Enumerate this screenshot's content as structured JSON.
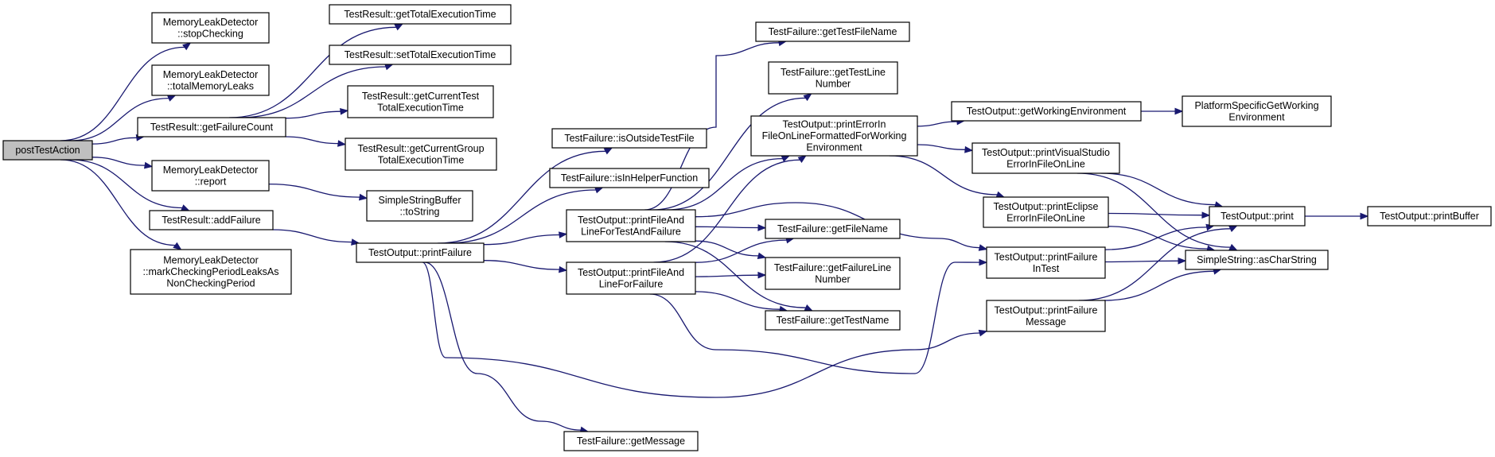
{
  "diagram": {
    "type": "call-graph",
    "colors": {
      "edge": "#191970",
      "root_fill": "#bfbfbf",
      "node_fill": "#ffffff",
      "node_border": "#000000"
    },
    "nodes": [
      {
        "id": "postTestAction",
        "lines": [
          "postTestAction"
        ]
      },
      {
        "id": "mld_stopChecking",
        "lines": [
          "MemoryLeakDetector",
          "::stopChecking"
        ]
      },
      {
        "id": "mld_totalMemoryLeaks",
        "lines": [
          "MemoryLeakDetector",
          "::totalMemoryLeaks"
        ]
      },
      {
        "id": "tr_getFailureCount",
        "lines": [
          "TestResult::getFailureCount"
        ]
      },
      {
        "id": "mld_report",
        "lines": [
          "MemoryLeakDetector",
          "::report"
        ]
      },
      {
        "id": "tr_addFailure",
        "lines": [
          "TestResult::addFailure"
        ]
      },
      {
        "id": "mld_markChecking",
        "lines": [
          "MemoryLeakDetector",
          "::markCheckingPeriodLeaksAs",
          "NonCheckingPeriod"
        ]
      },
      {
        "id": "tr_getTotalExecutionTime",
        "lines": [
          "TestResult::getTotalExecutionTime"
        ]
      },
      {
        "id": "tr_setTotalExecutionTime",
        "lines": [
          "TestResult::setTotalExecutionTime"
        ]
      },
      {
        "id": "tr_getCurrentTestTotal",
        "lines": [
          "TestResult::getCurrentTest",
          "TotalExecutionTime"
        ]
      },
      {
        "id": "tr_getCurrentGroupTotal",
        "lines": [
          "TestResult::getCurrentGroup",
          "TotalExecutionTime"
        ]
      },
      {
        "id": "ssb_toString",
        "lines": [
          "SimpleStringBuffer",
          "::toString"
        ]
      },
      {
        "id": "to_printFailure",
        "lines": [
          "TestOutput::printFailure"
        ]
      },
      {
        "id": "tf_isOutsideTestFile",
        "lines": [
          "TestFailure::isOutsideTestFile"
        ]
      },
      {
        "id": "tf_isInHelperFunction",
        "lines": [
          "TestFailure::isInHelperFunction"
        ]
      },
      {
        "id": "to_printFileAndLineForTestAndFailure",
        "lines": [
          "TestOutput::printFileAnd",
          "LineForTestAndFailure"
        ]
      },
      {
        "id": "to_printFileAndLineForFailure",
        "lines": [
          "TestOutput::printFileAnd",
          "LineForFailure"
        ]
      },
      {
        "id": "tf_getMessage",
        "lines": [
          "TestFailure::getMessage"
        ]
      },
      {
        "id": "tf_getTestFileName",
        "lines": [
          "TestFailure::getTestFileName"
        ]
      },
      {
        "id": "tf_getTestLineNumber",
        "lines": [
          "TestFailure::getTestLine",
          "Number"
        ]
      },
      {
        "id": "to_printErrorInFileOnLineFormatted",
        "lines": [
          "TestOutput::printErrorIn",
          "FileOnLineFormattedForWorking",
          "Environment"
        ]
      },
      {
        "id": "tf_getFileName",
        "lines": [
          "TestFailure::getFileName"
        ]
      },
      {
        "id": "tf_getFailureLineNumber",
        "lines": [
          "TestFailure::getFailureLine",
          "Number"
        ]
      },
      {
        "id": "tf_getTestName",
        "lines": [
          "TestFailure::getTestName"
        ]
      },
      {
        "id": "to_getWorkingEnvironment",
        "lines": [
          "TestOutput::getWorkingEnvironment"
        ]
      },
      {
        "id": "to_printVisualStudio",
        "lines": [
          "TestOutput::printVisualStudio",
          "ErrorInFileOnLine"
        ]
      },
      {
        "id": "to_printEclipse",
        "lines": [
          "TestOutput::printEclipse",
          "ErrorInFileOnLine"
        ]
      },
      {
        "id": "to_printFailureInTest",
        "lines": [
          "TestOutput::printFailure",
          "InTest"
        ]
      },
      {
        "id": "to_printFailureMessage",
        "lines": [
          "TestOutput::printFailure",
          "Message"
        ]
      },
      {
        "id": "psgwe",
        "lines": [
          "PlatformSpecificGetWorking",
          "Environment"
        ]
      },
      {
        "id": "to_print",
        "lines": [
          "TestOutput::print"
        ]
      },
      {
        "id": "ss_asCharString",
        "lines": [
          "SimpleString::asCharString"
        ]
      },
      {
        "id": "to_printBuffer",
        "lines": [
          "TestOutput::printBuffer"
        ]
      }
    ],
    "edges": [
      [
        "postTestAction",
        "mld_stopChecking"
      ],
      [
        "postTestAction",
        "mld_totalMemoryLeaks"
      ],
      [
        "postTestAction",
        "tr_getFailureCount"
      ],
      [
        "postTestAction",
        "mld_report"
      ],
      [
        "postTestAction",
        "tr_addFailure"
      ],
      [
        "postTestAction",
        "mld_markChecking"
      ],
      [
        "tr_getFailureCount",
        "tr_getTotalExecutionTime"
      ],
      [
        "tr_getFailureCount",
        "tr_setTotalExecutionTime"
      ],
      [
        "tr_getFailureCount",
        "tr_getCurrentTestTotal"
      ],
      [
        "tr_getFailureCount",
        "tr_getCurrentGroupTotal"
      ],
      [
        "mld_report",
        "ssb_toString"
      ],
      [
        "tr_addFailure",
        "to_printFailure"
      ],
      [
        "to_printFailure",
        "tf_isOutsideTestFile"
      ],
      [
        "to_printFailure",
        "tf_isInHelperFunction"
      ],
      [
        "to_printFailure",
        "to_printFileAndLineForTestAndFailure"
      ],
      [
        "to_printFailure",
        "to_printFileAndLineForFailure"
      ],
      [
        "to_printFailure",
        "tf_getMessage"
      ],
      [
        "to_printFailure",
        "to_printFailureMessage"
      ],
      [
        "to_printFileAndLineForTestAndFailure",
        "tf_getTestFileName"
      ],
      [
        "to_printFileAndLineForTestAndFailure",
        "tf_getTestLineNumber"
      ],
      [
        "to_printFileAndLineForTestAndFailure",
        "to_printErrorInFileOnLineFormatted"
      ],
      [
        "to_printFileAndLineForTestAndFailure",
        "tf_getFileName"
      ],
      [
        "to_printFileAndLineForTestAndFailure",
        "tf_getFailureLineNumber"
      ],
      [
        "to_printFileAndLineForTestAndFailure",
        "tf_getTestName"
      ],
      [
        "to_printFileAndLineForTestAndFailure",
        "to_printFailureInTest"
      ],
      [
        "to_printFileAndLineForFailure",
        "to_printErrorInFileOnLineFormatted"
      ],
      [
        "to_printFileAndLineForFailure",
        "tf_getFileName"
      ],
      [
        "to_printFileAndLineForFailure",
        "tf_getFailureLineNumber"
      ],
      [
        "to_printFileAndLineForFailure",
        "tf_getTestName"
      ],
      [
        "to_printFileAndLineForFailure",
        "to_printFailureInTest"
      ],
      [
        "to_printErrorInFileOnLineFormatted",
        "to_getWorkingEnvironment"
      ],
      [
        "to_printErrorInFileOnLineFormatted",
        "to_printVisualStudio"
      ],
      [
        "to_printErrorInFileOnLineFormatted",
        "to_printEclipse"
      ],
      [
        "to_getWorkingEnvironment",
        "psgwe"
      ],
      [
        "to_printVisualStudio",
        "to_print"
      ],
      [
        "to_printVisualStudio",
        "ss_asCharString"
      ],
      [
        "to_printEclipse",
        "to_print"
      ],
      [
        "to_printEclipse",
        "ss_asCharString"
      ],
      [
        "to_printFailureInTest",
        "to_print"
      ],
      [
        "to_printFailureInTest",
        "ss_asCharString"
      ],
      [
        "to_printFailureMessage",
        "to_print"
      ],
      [
        "to_printFailureMessage",
        "ss_asCharString"
      ],
      [
        "to_print",
        "to_printBuffer"
      ]
    ]
  }
}
